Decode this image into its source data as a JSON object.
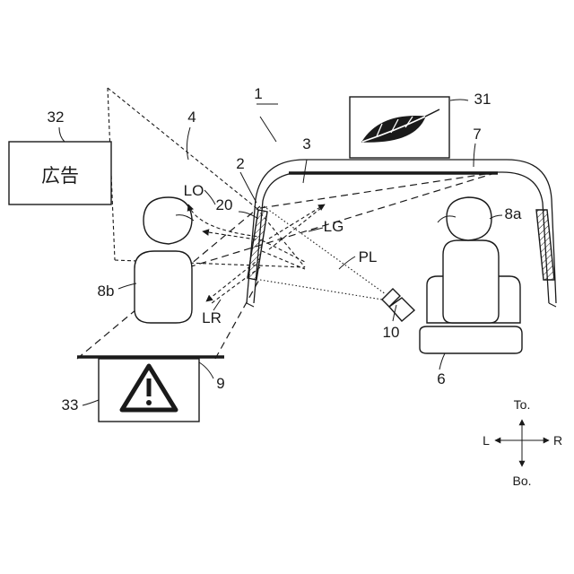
{
  "labels": {
    "ref_1": "1",
    "ref_2": "2",
    "ref_3": "3",
    "ref_4": "4",
    "ref_6": "6",
    "ref_7": "7",
    "ref_8a": "8a",
    "ref_8b": "8b",
    "ref_9": "9",
    "ref_10": "10",
    "ref_20": "20",
    "ref_31": "31",
    "ref_32": "32",
    "ref_33": "33",
    "LO": "LO",
    "LG": "LG",
    "LR": "LR",
    "PL": "PL"
  },
  "billboard_text": "広告",
  "directions": {
    "top": "To.",
    "bottom": "Bo.",
    "left": "L",
    "right": "R"
  }
}
